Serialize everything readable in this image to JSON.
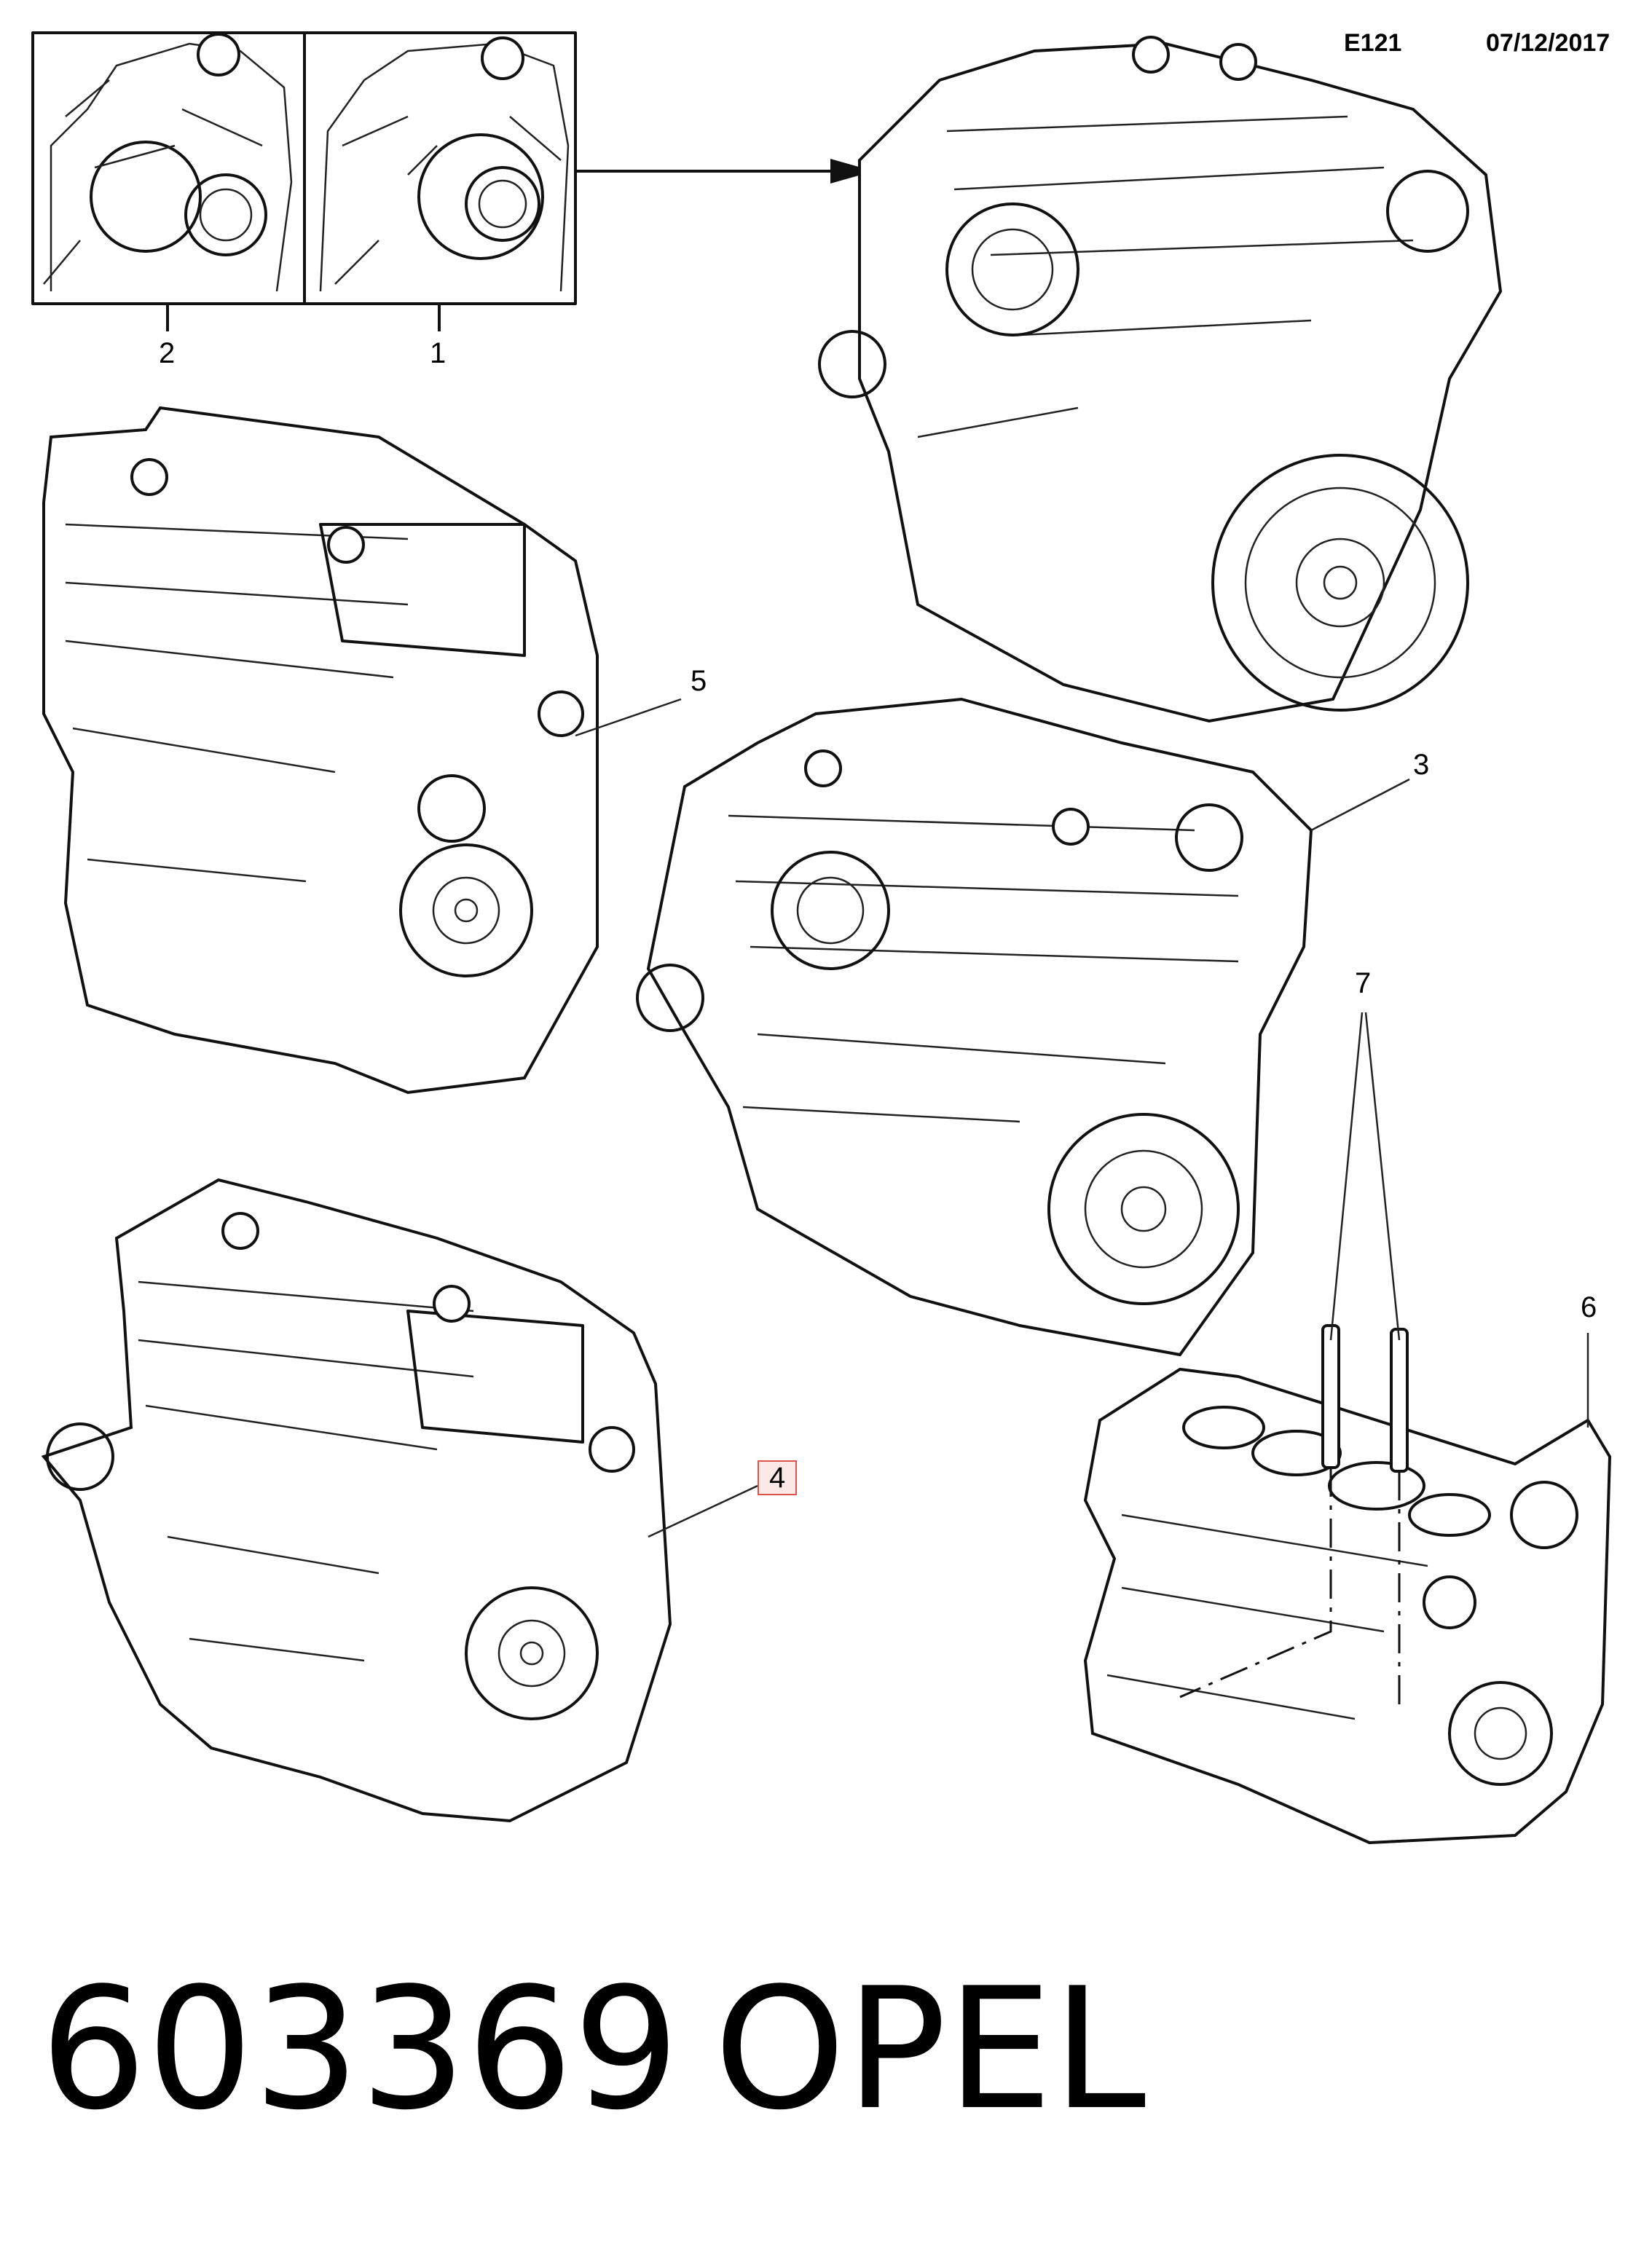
{
  "header": {
    "code": "E121",
    "date": "07/12/2017"
  },
  "callouts": [
    {
      "id": "1",
      "label": "1",
      "highlighted": false
    },
    {
      "id": "2",
      "label": "2",
      "highlighted": false
    },
    {
      "id": "3",
      "label": "3",
      "highlighted": false
    },
    {
      "id": "4",
      "label": "4",
      "highlighted": true
    },
    {
      "id": "5",
      "label": "5",
      "highlighted": false
    },
    {
      "id": "6",
      "label": "6",
      "highlighted": false
    },
    {
      "id": "7",
      "label": "7",
      "highlighted": false
    }
  ],
  "footer": {
    "part_number": "603369",
    "brand": "OPEL"
  },
  "colors": {
    "line": "#111111",
    "highlight_border": "#d9534f",
    "highlight_fill": "#fde8e8",
    "background": "#ffffff"
  }
}
